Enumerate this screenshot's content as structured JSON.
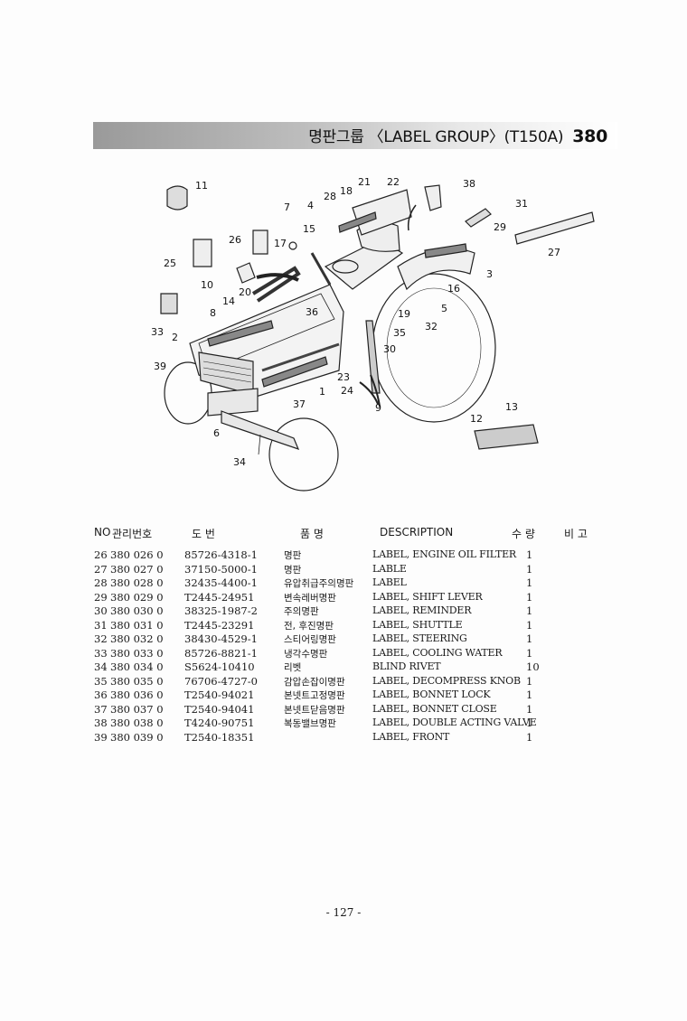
{
  "header": {
    "title": "명판그룹 〈LABEL GROUP〉(T150A)",
    "group_number": "380"
  },
  "diagram": {
    "callouts": [
      "1",
      "2",
      "3",
      "4",
      "5",
      "6",
      "7",
      "8",
      "9",
      "10",
      "11",
      "12",
      "13",
      "14",
      "15",
      "16",
      "17",
      "18",
      "19",
      "20",
      "21",
      "22",
      "23",
      "24",
      "25",
      "26",
      "27",
      "28",
      "29",
      "30",
      "31",
      "32",
      "33",
      "34",
      "35",
      "36",
      "37",
      "38",
      "39"
    ]
  },
  "table": {
    "headers": {
      "no": "NO",
      "mgmt": "관리번호",
      "part_no": "도    번",
      "name": "품    명",
      "description": "DESCRIPTION",
      "qty": "수  량",
      "remark": "비  고"
    },
    "rows": [
      {
        "no": "26",
        "mgmt": "380  026  0",
        "part": "85726-4318-1",
        "name": "명판",
        "desc": "LABEL, ENGINE OIL FILTER",
        "qty": "1"
      },
      {
        "no": "27",
        "mgmt": "380  027  0",
        "part": "37150-5000-1",
        "name": "명판",
        "desc": "LABLE",
        "qty": "1"
      },
      {
        "no": "28",
        "mgmt": "380  028  0",
        "part": "32435-4400-1",
        "name": "유압취급주의명판",
        "desc": "LABEL",
        "qty": "1"
      },
      {
        "no": "29",
        "mgmt": "380  029  0",
        "part": "T2445-24951",
        "name": "변속레버명판",
        "desc": "LABEL, SHIFT LEVER",
        "qty": "1"
      },
      {
        "no": "30",
        "mgmt": "380  030  0",
        "part": "38325-1987-2",
        "name": "주의명판",
        "desc": "LABEL, REMINDER",
        "qty": "1"
      },
      {
        "no": "31",
        "mgmt": "380  031  0",
        "part": "T2445-23291",
        "name": "전, 후진명판",
        "desc": "LABEL, SHUTTLE",
        "qty": "1"
      },
      {
        "no": "32",
        "mgmt": "380  032  0",
        "part": "38430-4529-1",
        "name": "스티어링명판",
        "desc": "LABEL, STEERING",
        "qty": "1"
      },
      {
        "no": "33",
        "mgmt": "380  033  0",
        "part": "85726-8821-1",
        "name": "냉각수명판",
        "desc": "LABEL, COOLING WATER",
        "qty": "1"
      },
      {
        "no": "34",
        "mgmt": "380  034  0",
        "part": "S5624-10410",
        "name": "리벳",
        "desc": "BLIND RIVET",
        "qty": "10"
      },
      {
        "no": "35",
        "mgmt": "380  035  0",
        "part": "76706-4727-0",
        "name": "감압손잡이명판",
        "desc": "LABEL, DECOMPRESS KNOB",
        "qty": "1"
      },
      {
        "no": "36",
        "mgmt": "380  036  0",
        "part": "T2540-94021",
        "name": "본넷트고정명판",
        "desc": "LABEL, BONNET LOCK",
        "qty": "1"
      },
      {
        "no": "37",
        "mgmt": "380  037  0",
        "part": "T2540-94041",
        "name": "본넷트닫음명판",
        "desc": "LABEL, BONNET CLOSE",
        "qty": "1"
      },
      {
        "no": "38",
        "mgmt": "380  038  0",
        "part": "T4240-90751",
        "name": "복동밸브명판",
        "desc": "LABEL, DOUBLE ACTING VALVE",
        "qty": "1"
      },
      {
        "no": "39",
        "mgmt": "380  039  0",
        "part": "T2540-18351",
        "name": "",
        "desc": "LABEL, FRONT",
        "qty": "1"
      }
    ]
  },
  "footer": {
    "page_number": "- 127 -"
  }
}
